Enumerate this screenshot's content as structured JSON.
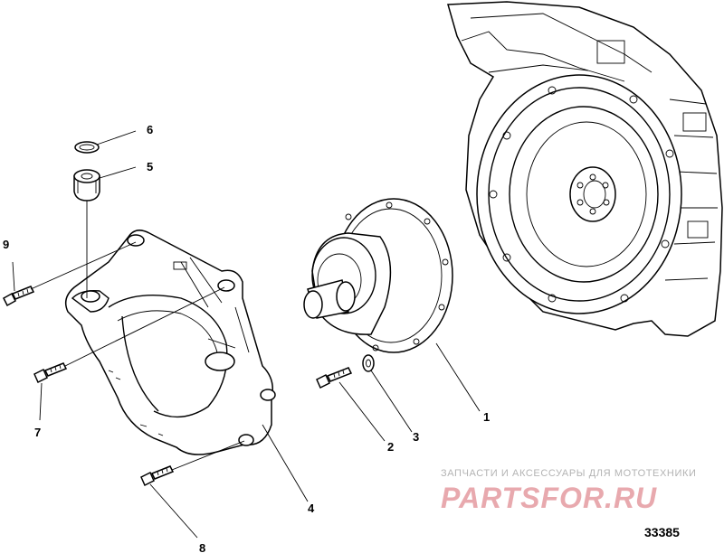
{
  "diagram": {
    "callouts": [
      "1",
      "2",
      "3",
      "4",
      "5",
      "6",
      "7",
      "8",
      "9"
    ],
    "figure_number": "33385"
  },
  "watermark": {
    "caption": "ЗАПЧАСТИ И АКСЕССУАРЫ ДЛЯ МОТОТЕХНИКИ",
    "logo_text": "PARTSFOR.RU"
  },
  "colors": {
    "line": "#000000",
    "background": "#ffffff",
    "watermark_caption": "#b3b3b3",
    "watermark_logo": "#e8a9ae"
  }
}
